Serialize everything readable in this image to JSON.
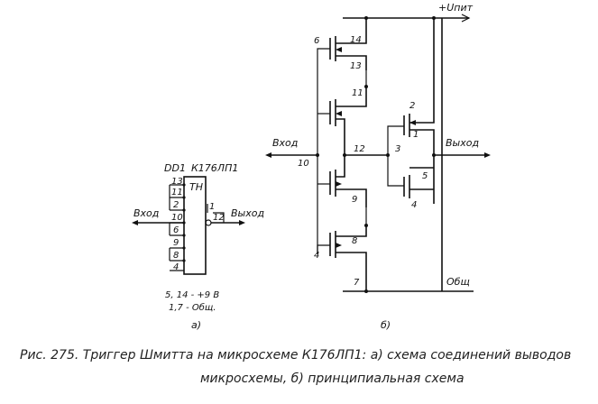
{
  "left_diagram": {
    "designator": "DD1",
    "chip": "К176ЛП1",
    "type_label": "TH",
    "left_pins": [
      "13",
      "11",
      "2",
      "10",
      "6",
      "9",
      "8",
      "4"
    ],
    "output_pin_top": "1",
    "output_pin": "12",
    "input_label": "Вход",
    "output_label": "Выход",
    "power_note_1": "5, 14 - +9 В",
    "power_note_2": "1,7 - Общ.",
    "sub_label": "а)"
  },
  "right_diagram": {
    "supply_label": "+Uпит",
    "input_label": "Вход",
    "output_label": "Выход",
    "ground_label": "Общ",
    "input_pin": "10",
    "node_12": "12",
    "node_3": "3",
    "pins": {
      "p6": "6",
      "p14": "14",
      "p13": "13",
      "p11": "11",
      "p2": "2",
      "p1": "1",
      "p5": "5",
      "p4": "4",
      "p9": "9",
      "p8": "8",
      "p4b": "4",
      "p7": "7"
    },
    "sub_label": "б)"
  },
  "caption": {
    "line1": "Рис. 275. Триггер Шмитта на микросхеме К176ЛП1: а) схема соединений выводов",
    "line2": "микросхемы, б) принципиальная схема"
  }
}
